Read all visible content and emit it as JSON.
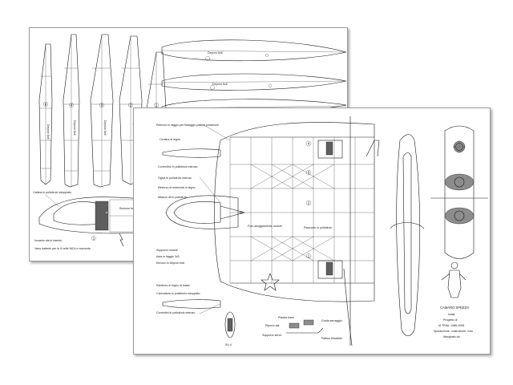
{
  "panel_label": "Depron 6x6",
  "back_sheet": {
    "rib_numbers": [
      "6",
      "4",
      "3",
      "2",
      "1"
    ],
    "fuselage_labels": [
      "Cabina in polistirolo sdoppiato",
      "Sezione fusoliera",
      "Incastro ala in bambù",
      "Vano batterie per le 8 celle NiCd e ricevente"
    ]
  },
  "front_sheet": {
    "callouts": [
      "Rinforzo in faggio per fissaggio pattino posteriore",
      "Centina di legno",
      "Correntino in polistirolo estruso",
      "Ogiva in polistirolo estruso",
      "Rinforzo di estremità in legno",
      "Attacco ali in polistirolo",
      "Foro alloggiamento motore",
      "Raccordo in polistirolo",
      "Supporto motore",
      "Asta in faggio 3x3",
      "Elevoni in Depron 6x6",
      "Ranforzo in legno di balsa",
      "Carenatura in polistirolo sdoppiato",
      "Correntini in polistirolo estruso"
    ],
    "detail_labels": [
      "Piastra base",
      "Riporto ala",
      "Supporto servo",
      "Guida serraggio",
      "Pattino flessibile"
    ],
    "title_block": [
      "CAMARO SPEEDY",
      "scala",
      "Progetto di",
      "M.TRIAL 1986-2008",
      "riproduzione, costruzione, volo",
      "disegnato da"
    ],
    "scale_note": "SU 4",
    "station_numbers": [
      "4",
      "3",
      "2",
      "1"
    ]
  }
}
